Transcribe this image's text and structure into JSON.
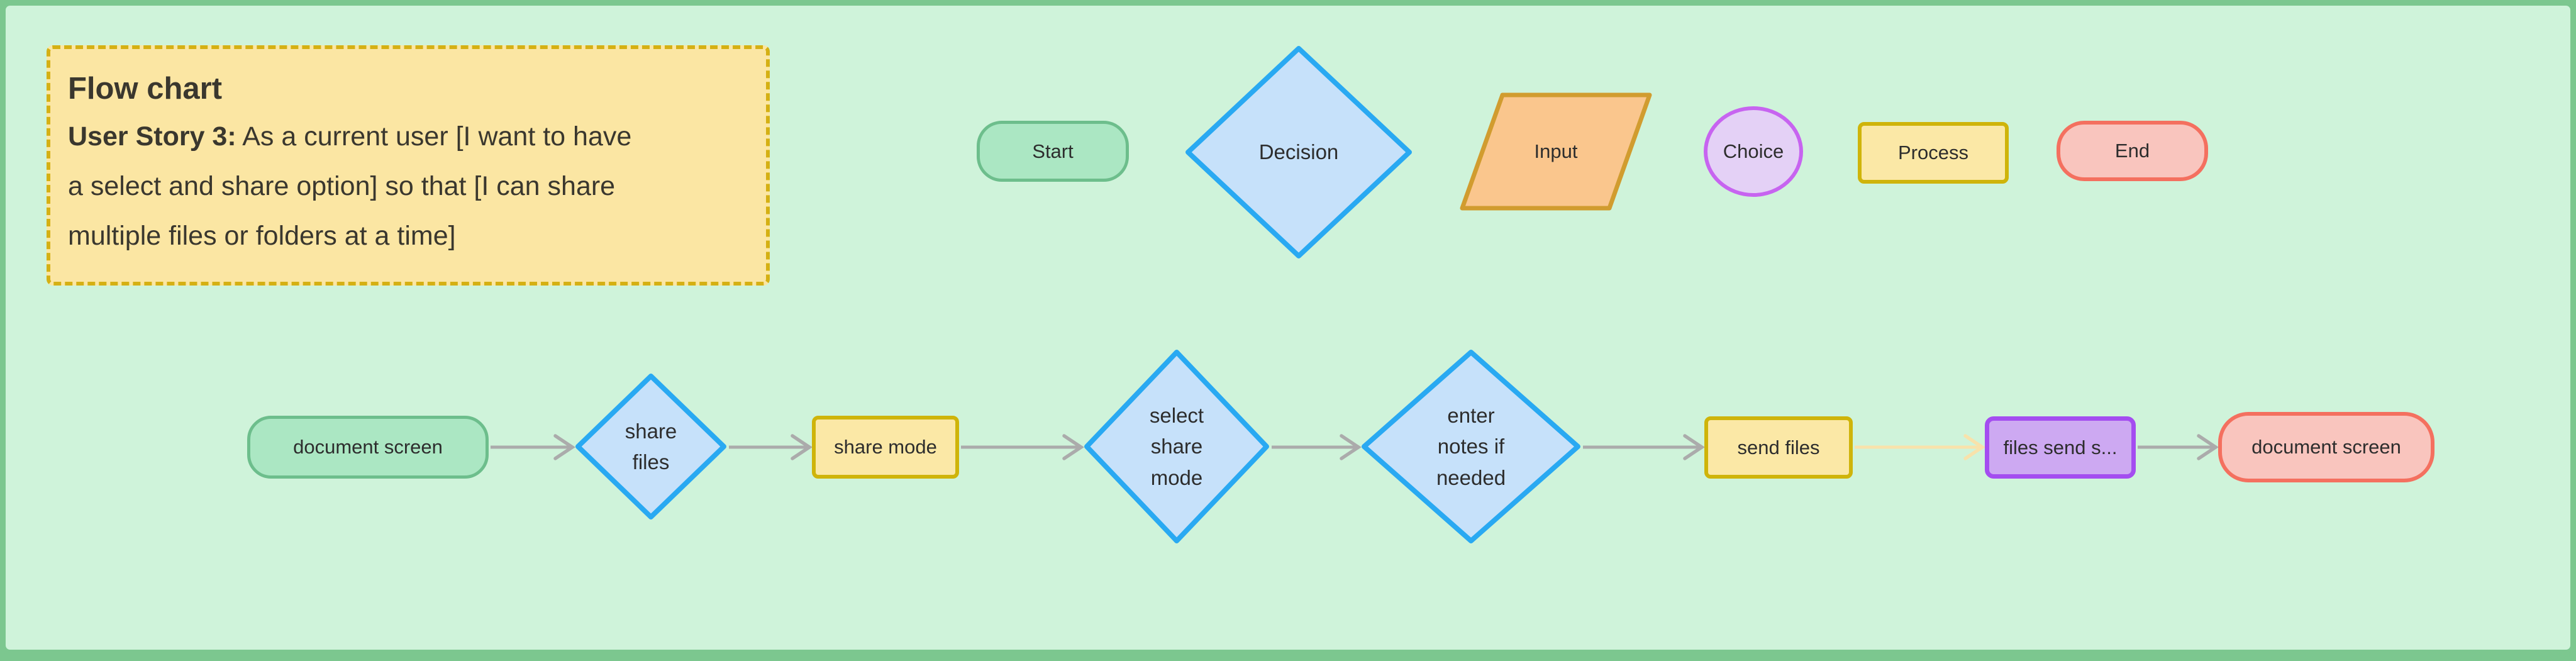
{
  "note": {
    "title": "Flow chart",
    "story_label": "User Story 3:",
    "story_text": " As a current user [I want to have\na select and share option] so that [I can share\nmultiple files or folders at a time]"
  },
  "legend": [
    {
      "label": "Start",
      "shape": "rounded",
      "palette": "green"
    },
    {
      "label": "Decision",
      "shape": "diamond",
      "palette": "blue"
    },
    {
      "label": "Input",
      "shape": "parallelogram",
      "palette": "orange"
    },
    {
      "label": "Choice",
      "shape": "ellipse",
      "palette": "purple"
    },
    {
      "label": "Process",
      "shape": "rectangle",
      "palette": "yellow"
    },
    {
      "label": "End",
      "shape": "rounded",
      "palette": "red"
    }
  ],
  "flow": {
    "nodes": [
      {
        "id": "doc-start",
        "label": "document screen",
        "shape": "rounded",
        "palette": "green"
      },
      {
        "id": "share-files",
        "label": "share\nfiles",
        "shape": "diamond",
        "palette": "blue"
      },
      {
        "id": "share-mode",
        "label": "share mode",
        "shape": "rectangle",
        "palette": "yellow"
      },
      {
        "id": "select-share",
        "label": "select\nshare\nmode",
        "shape": "diamond",
        "palette": "blue"
      },
      {
        "id": "enter-notes",
        "label": "enter\nnotes if\nneeded",
        "shape": "diamond",
        "palette": "blue"
      },
      {
        "id": "send-files",
        "label": "send files",
        "shape": "rectangle",
        "palette": "yellow"
      },
      {
        "id": "files-send",
        "label": "files send s...",
        "shape": "rectangle",
        "palette": "violet"
      },
      {
        "id": "doc-end",
        "label": "document screen",
        "shape": "rounded",
        "palette": "red"
      }
    ],
    "edges": [
      {
        "from": "doc-start",
        "to": "share-files",
        "color": "gray"
      },
      {
        "from": "share-files",
        "to": "share-mode",
        "color": "gray"
      },
      {
        "from": "share-mode",
        "to": "select-share",
        "color": "gray"
      },
      {
        "from": "select-share",
        "to": "enter-notes",
        "color": "gray"
      },
      {
        "from": "enter-notes",
        "to": "send-files",
        "color": "gray"
      },
      {
        "from": "send-files",
        "to": "files-send",
        "color": "cream"
      },
      {
        "from": "files-send",
        "to": "doc-end",
        "color": "gray"
      }
    ]
  },
  "palette": {
    "canvas_bg": "#cff3da",
    "frame": "#7cc78f",
    "note_fill": "#fbe6a3",
    "note_border": "#d5b013",
    "ink": "#3a372e",
    "label_ink": "#2d2d2d",
    "green_fill": "#abe7c3",
    "green_border": "#6dbe8c",
    "blue_fill": "#c6e1fa",
    "blue_border": "#29a9f2",
    "orange_fill": "#fac68d",
    "orange_border": "#d19c2f",
    "purple_fill": "#e4d1f6",
    "purple_border": "#c764f0",
    "yellow_fill": "#fbe8a6",
    "yellow_border": "#cfb40a",
    "violet_fill": "#cda9f2",
    "violet_border": "#a44df0",
    "red_fill": "#f9c5be",
    "red_border": "#f4705f",
    "arrow_gray": "#ababab",
    "arrow_cream": "#f8e2ab"
  }
}
